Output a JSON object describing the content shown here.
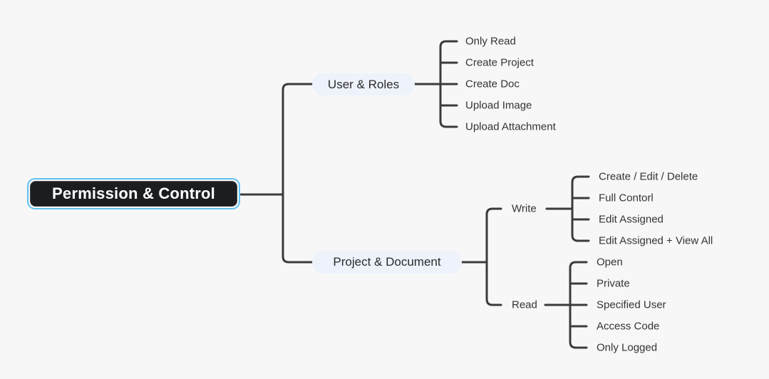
{
  "palette": {
    "background": "#f7f7f8",
    "connector_line": "#3b3b3b",
    "root_fill": "#1b1d20",
    "root_text": "#ffffff",
    "selection_ring": "#5ec1f1",
    "branch_fill": "#edf2fb",
    "branch_text": "#2b2b2b",
    "leaf_text": "#333333"
  },
  "root": {
    "label": "Permission & Control",
    "selected": true
  },
  "branches": [
    {
      "label": "User & Roles",
      "children": [
        {
          "label": "Only Read"
        },
        {
          "label": "Create Project"
        },
        {
          "label": "Create Doc"
        },
        {
          "label": "Upload Image"
        },
        {
          "label": "Upload Attachment"
        }
      ]
    },
    {
      "label": "Project & Document",
      "children": [
        {
          "label": "Write",
          "children": [
            {
              "label": "Create / Edit / Delete"
            },
            {
              "label": "Full Contorl"
            },
            {
              "label": "Edit Assigned"
            },
            {
              "label": "Edit Assigned + View All"
            }
          ]
        },
        {
          "label": "Read",
          "children": [
            {
              "label": "Open"
            },
            {
              "label": "Private"
            },
            {
              "label": "Specified User"
            },
            {
              "label": "Access Code"
            },
            {
              "label": "Only Logged"
            }
          ]
        }
      ]
    }
  ]
}
